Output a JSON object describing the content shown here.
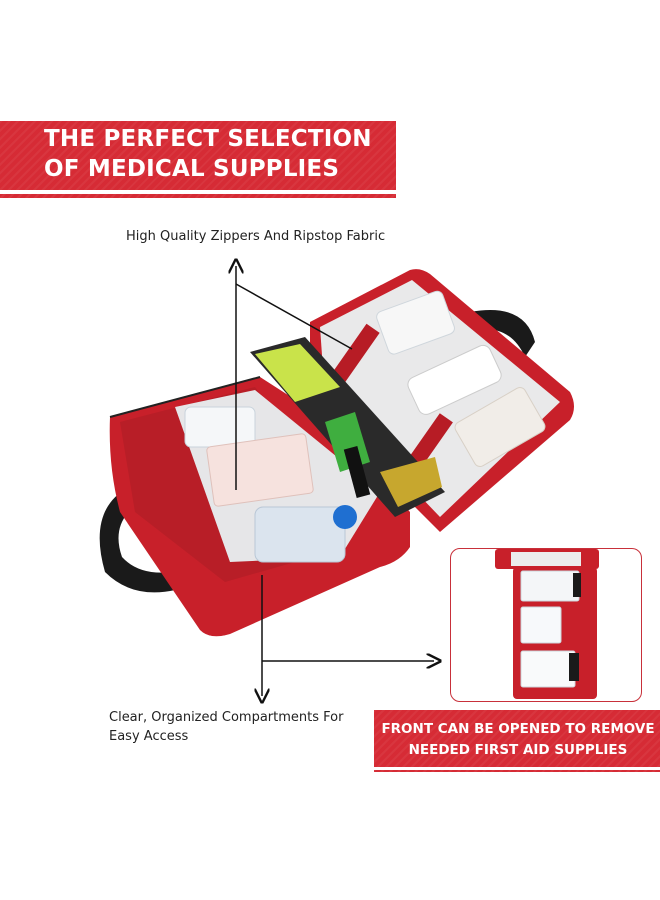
{
  "banner": {
    "title_line1": "THE PERFECT SELECTION",
    "title_line2": "OF MEDICAL SUPPLIES"
  },
  "labels": {
    "zippers": "High Quality Zippers And Ripstop Fabric",
    "compartments_line1": "Clear, Organized Compartments For",
    "compartments_line2": "Easy Access"
  },
  "cta": {
    "line1": "FRONT CAN BE OPENED TO REMOVE",
    "line2": "NEEDED FIRST AID SUPPLIES"
  },
  "colors": {
    "brand_red": "#d62b35",
    "bag_red": "#c8202a",
    "strap_black": "#1a1a1a"
  }
}
